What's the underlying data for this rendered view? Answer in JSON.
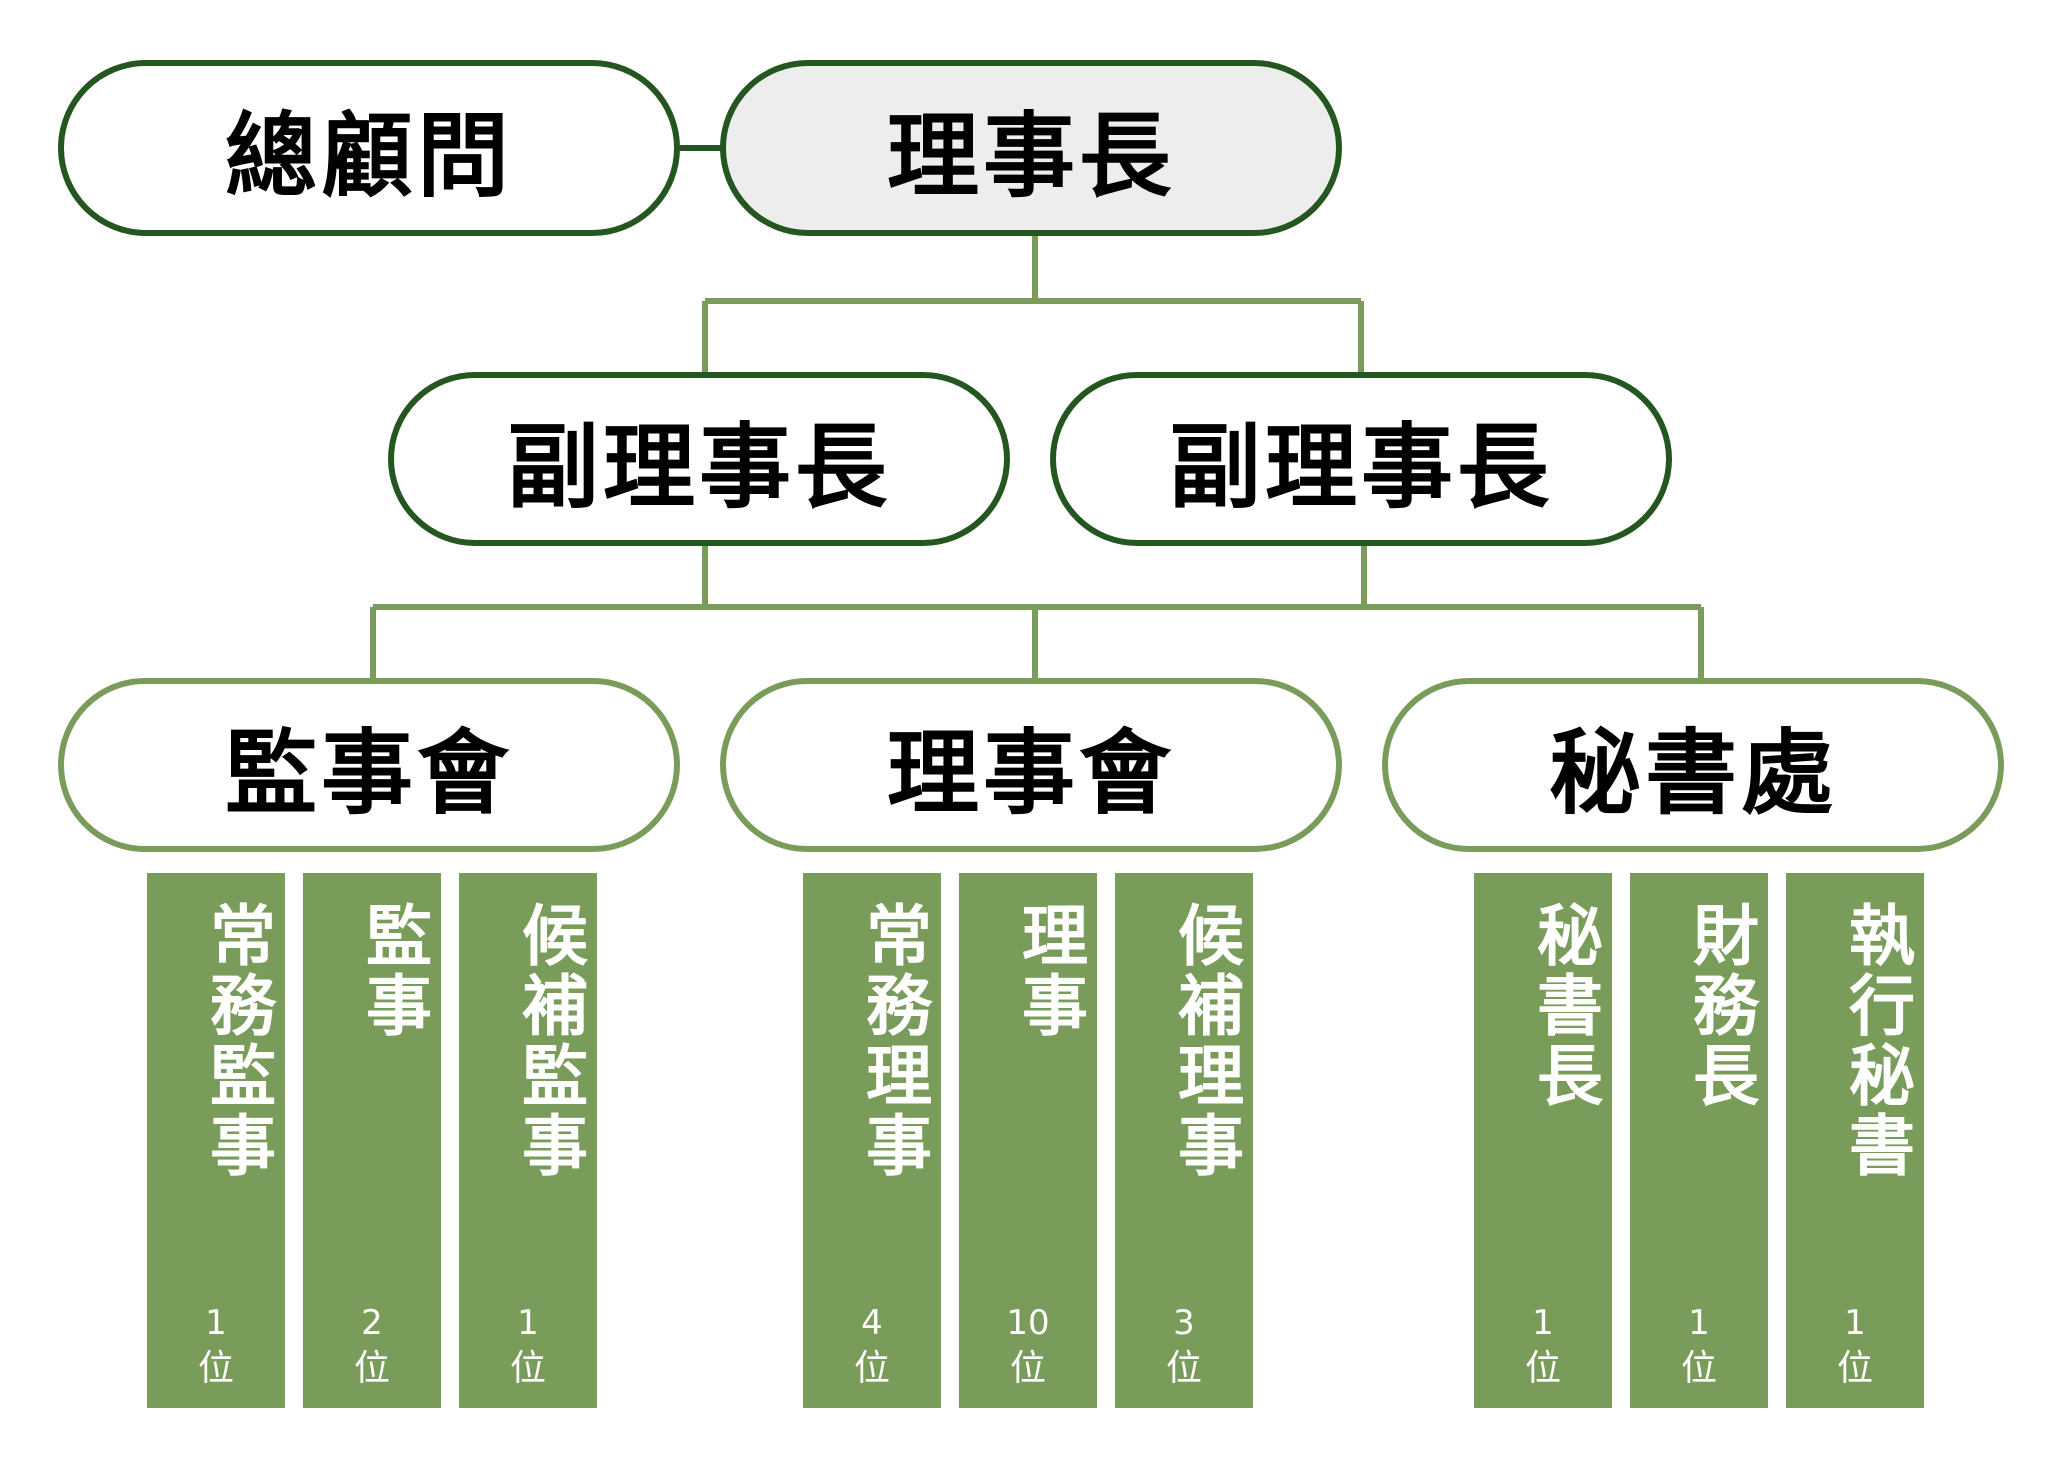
{
  "top": {
    "advisor": "總顧問",
    "chairman": "理事長"
  },
  "vice": [
    {
      "label": "副理事長"
    },
    {
      "label": "副理事長"
    }
  ],
  "departments": [
    {
      "label": "監事會",
      "members": [
        {
          "title": "常務監事",
          "count": "1",
          "unit": "位"
        },
        {
          "title": "監事",
          "count": "2",
          "unit": "位"
        },
        {
          "title": "候補監事",
          "count": "1",
          "unit": "位"
        }
      ]
    },
    {
      "label": "理事會",
      "members": [
        {
          "title": "常務理事",
          "count": "4",
          "unit": "位"
        },
        {
          "title": "理事",
          "count": "10",
          "unit": "位"
        },
        {
          "title": "候補理事",
          "count": "3",
          "unit": "位"
        }
      ]
    },
    {
      "label": "秘書處",
      "members": [
        {
          "title": "秘書長",
          "count": "1",
          "unit": "位"
        },
        {
          "title": "財務長",
          "count": "1",
          "unit": "位"
        },
        {
          "title": "執行秘書",
          "count": "1",
          "unit": "位"
        }
      ]
    }
  ],
  "colors": {
    "dark_green": "#24561f",
    "light_green": "#7a9c5a",
    "chairman_fill": "#ededed"
  }
}
